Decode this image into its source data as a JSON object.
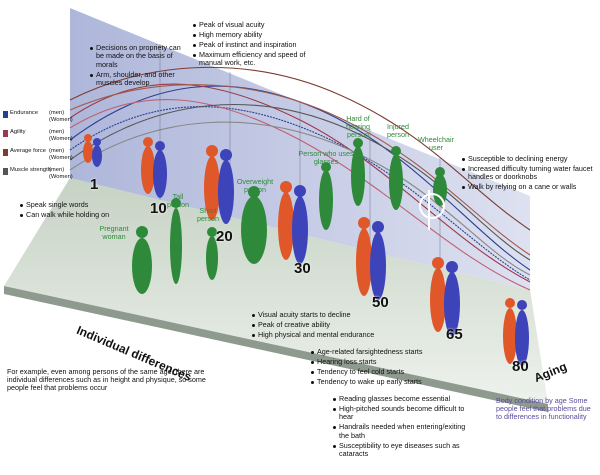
{
  "legend": [
    {
      "label": "Endurance",
      "men": "(men)",
      "women": "(Women)",
      "color": "#2b3f8f"
    },
    {
      "label": "Agility",
      "men": "(men)",
      "women": "(Women)",
      "color": "#9b3a4a"
    },
    {
      "label": "Average force",
      "men": "(men)",
      "women": "(Women)",
      "color": "#7a3d33"
    },
    {
      "label": "Muscle strength",
      "men": "(men)",
      "women": "(Women)",
      "color": "#555555"
    }
  ],
  "ages": [
    "1",
    "10",
    "20",
    "30",
    "50",
    "65",
    "80"
  ],
  "axis": {
    "individual": "Individual differences",
    "aging": "Aging"
  },
  "person_types": [
    {
      "text": "Pregnant woman"
    },
    {
      "text": "Tall person"
    },
    {
      "text": "Short person"
    },
    {
      "text": "Overweight person"
    },
    {
      "text": "Person who uses glasses"
    },
    {
      "text": "Hard of hearing person"
    },
    {
      "text": "Injured person"
    },
    {
      "text": "Wheelchair user"
    }
  ],
  "notes": {
    "age1": [
      "Speak single words",
      "Can walk while holding on"
    ],
    "age10": [
      "Decisions on propriety can be made on the basis of morals",
      "Arm, shoulder, and other muscles develop"
    ],
    "age20": [
      "Peak of visual acuity",
      "High memory ability",
      "Peak of instinct and inspiration",
      "Maximum efficiency and speed of manual work, etc."
    ],
    "age30": [
      "Visual acuity starts to decline",
      "Peak of creative ability",
      "High physical and mental endurance"
    ],
    "age50": [
      "Age-related farsightedness starts",
      "Hearing loss starts",
      "Tendency to feel cold starts",
      "Tendency to wake up early starts"
    ],
    "age65": [
      "Reading glasses become essential",
      "High-pitched sounds become difficult to hear",
      "Handrails needed when entering/exiting the bath",
      "Susceptibility to eye diseases such as cataracts"
    ],
    "age80": [
      "Susceptible to declining energy",
      "Increased difficulty turning water faucet handles or doorknobs",
      "Walk by relying on a cane or walls"
    ]
  },
  "footnote": "For example, even among persons of the same age, there are individual differences such as in height and physique, so some people feel that problems occur",
  "body_condition": "Body condition by age Some people feel that problems due to differences in functionality",
  "colors": {
    "wall": "#c9cfe6",
    "floor": "#dde4dc",
    "male": "#3d43b8",
    "female": "#e0572a",
    "other": "#2e8a3a",
    "accent_text": "#5a4b9a"
  }
}
